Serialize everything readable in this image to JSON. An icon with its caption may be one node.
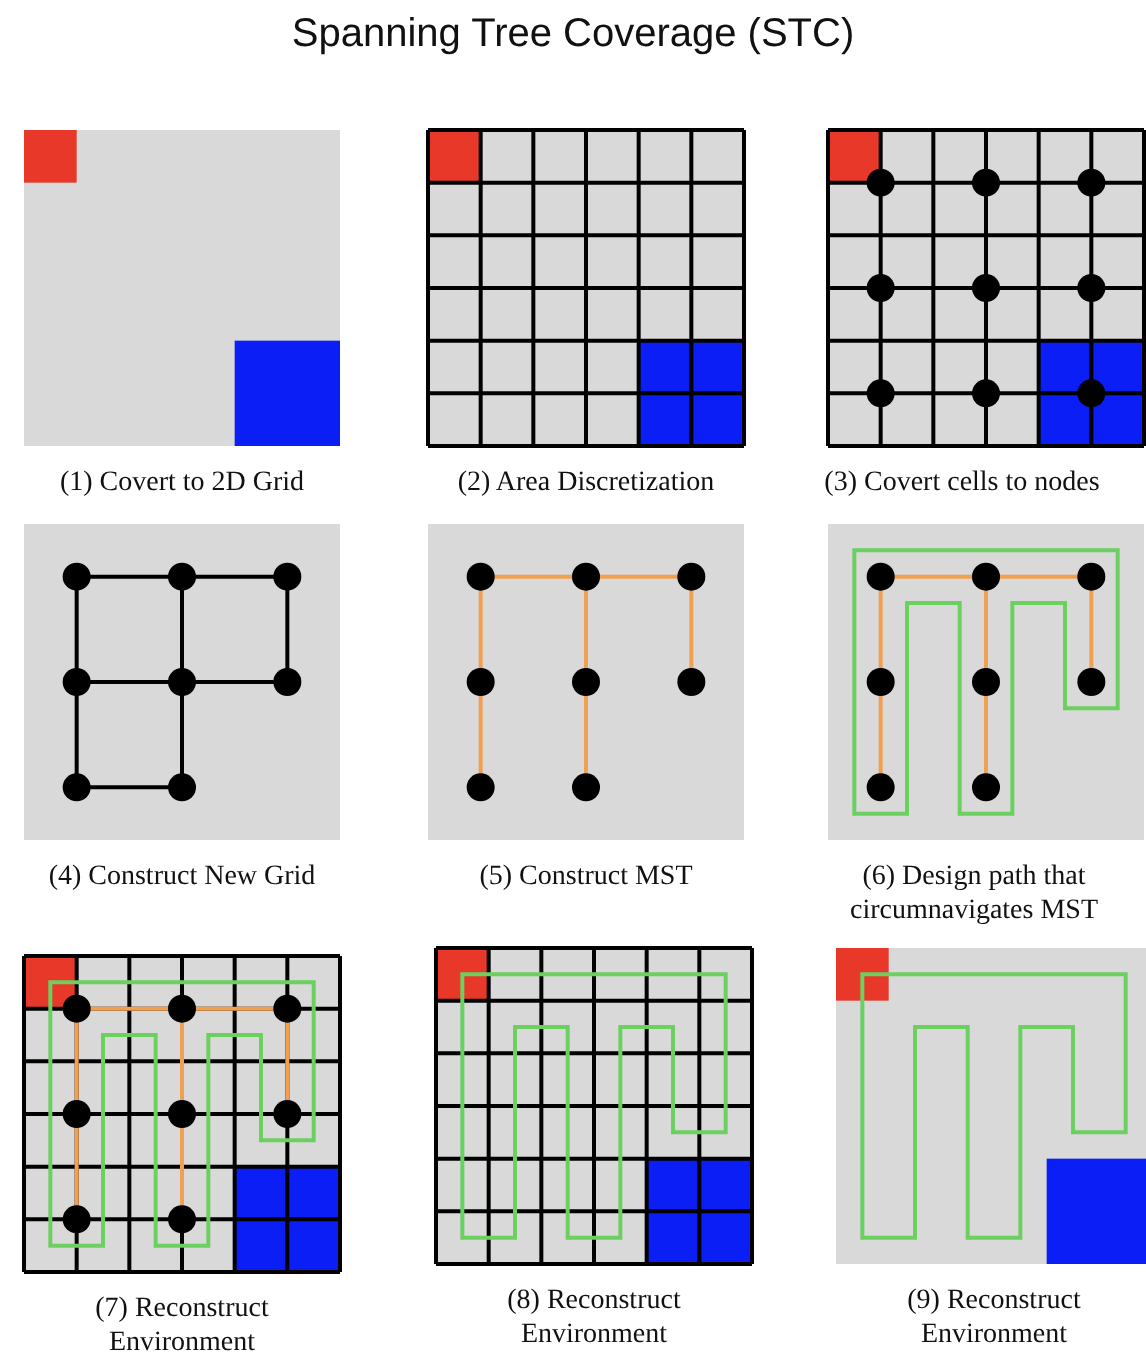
{
  "diagram": {
    "title": "Spanning Tree Coverage (STC)",
    "nodes": [
      {
        "text": [
          "(1) Covert to 2D Grid"
        ]
      },
      {
        "text": [
          "(2) Area Discretization"
        ]
      },
      {
        "text": [
          "(3) Covert cells to nodes"
        ]
      },
      {
        "text": [
          "(4) Construct New Grid"
        ]
      },
      {
        "text": [
          "(5) Construct MST"
        ]
      },
      {
        "text": [
          "(6) Design path that circumnavigates MST"
        ]
      },
      {
        "text": [
          "(7) Reconstruct Environment"
        ]
      },
      {
        "text": [
          "(8) Reconstruct Environment"
        ]
      },
      {
        "text": [
          "(9) Reconstruct Environment"
        ]
      }
    ]
  }
}
